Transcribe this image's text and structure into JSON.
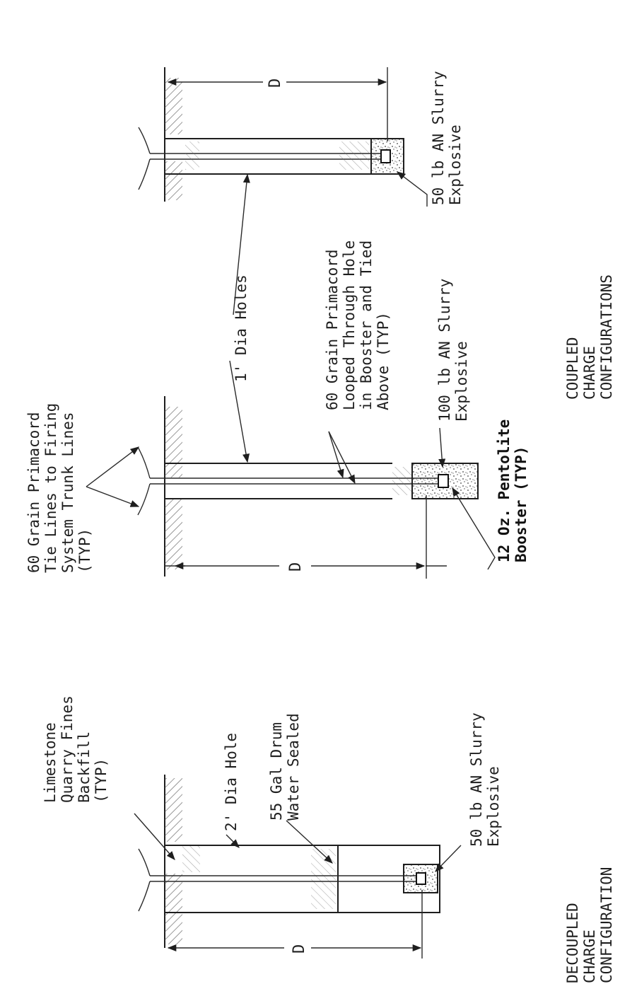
{
  "labels": {
    "tie_lines": [
      "60 Grain Primacord",
      "Tie Lines to Firing",
      "System Trunk Lines",
      "(TYP)"
    ],
    "one_ft_holes": "1' Dia Holes",
    "primacord_looped": [
      "60 Grain Primacord",
      "Looped Through Hole",
      "in Booster and Tied",
      "Above (TYP)"
    ],
    "slurry_100": [
      "100 lb AN Slurry",
      "Explosive"
    ],
    "booster": [
      "12 Oz. Pentolite",
      "Booster (TYP)"
    ],
    "slurry_50_coupled": [
      "50 lb AN Slurry",
      "Explosive"
    ],
    "backfill": [
      "Limestone",
      "Quarry Fines",
      "Backfill",
      "(TYP)"
    ],
    "two_ft_hole": "2' Dia Hole",
    "drum": [
      "55 Gal Drum",
      "Water Sealed"
    ],
    "slurry_50_decoupled": [
      "50 lb AN Slurry",
      "Explosive"
    ],
    "dimension_d": "D"
  },
  "captions": {
    "coupled": [
      "COUPLED",
      "CHARGE",
      "CONFIGURATIONS"
    ],
    "decoupled": [
      "DECOUPLED",
      "CHARGE",
      "CONFIGURATION"
    ]
  }
}
